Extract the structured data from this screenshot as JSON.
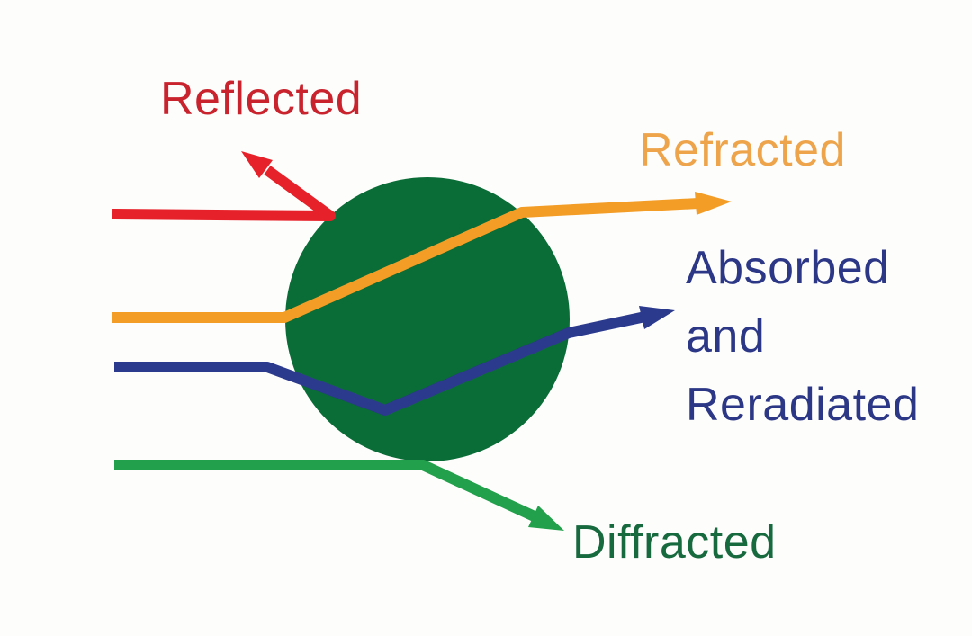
{
  "figure": {
    "background": "#fdfdfc",
    "sphere": {
      "name": "particle sphere",
      "color": "#0a6c36"
    },
    "rays": {
      "reflected": {
        "label": "Reflected",
        "ray_color": "#e62129",
        "label_color": "#c9242e"
      },
      "refracted": {
        "label": "Refracted",
        "ray_color": "#f39d26",
        "label_color": "#eda44b"
      },
      "absorbed": {
        "label_lines": [
          "Absorbed",
          "and",
          "Reradiated"
        ],
        "ray_color": "#2b3a8c",
        "label_color": "#2c3786"
      },
      "diffracted": {
        "label": "Diffracted",
        "ray_color": "#23a04b",
        "label_color": "#17693e"
      }
    }
  }
}
